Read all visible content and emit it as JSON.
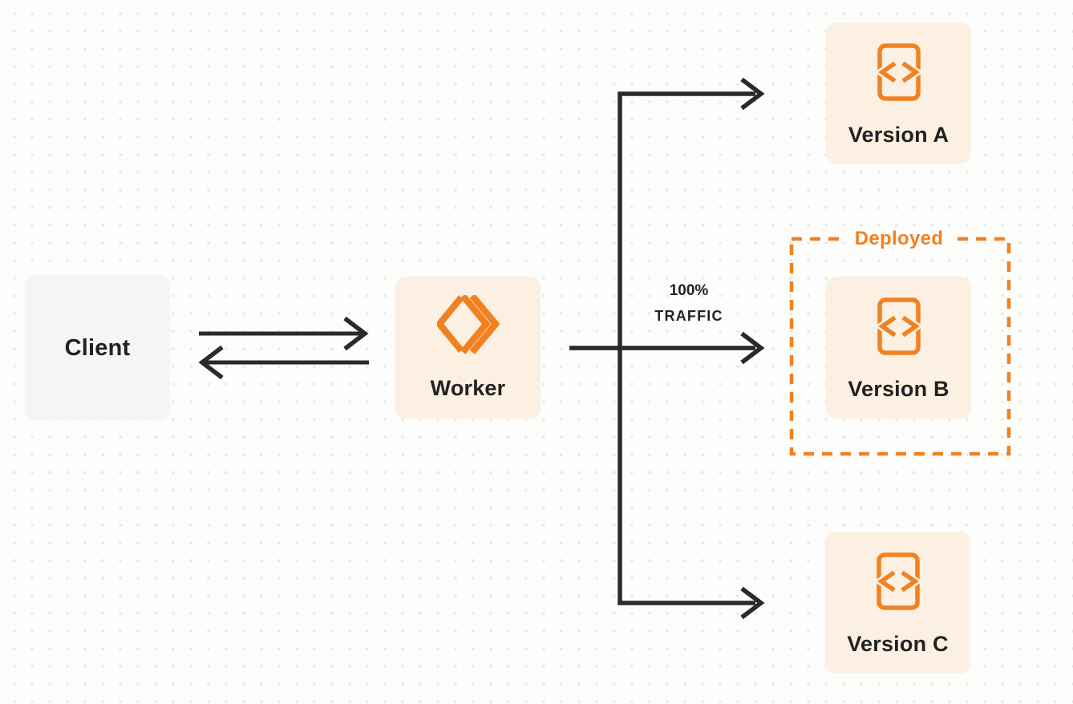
{
  "colors": {
    "bg": "#FDFDFB",
    "dot": "#E7E7E5",
    "ink": "#2A2A2A",
    "accent": "#F18121",
    "cream": "#FBF0E1",
    "gray": "#F5F5F6",
    "text": "#222222"
  },
  "nodes": {
    "client": {
      "label": "Client"
    },
    "worker": {
      "label": "Worker",
      "icon": "workers-logo-icon"
    },
    "version_a": {
      "label": "Version A",
      "icon": "code-file-icon"
    },
    "version_b": {
      "label": "Version B",
      "icon": "code-file-icon"
    },
    "version_c": {
      "label": "Version C",
      "icon": "code-file-icon"
    }
  },
  "groups": {
    "deployed": {
      "label": "Deployed",
      "contains": "version_b"
    }
  },
  "edges": {
    "client_worker": {
      "type": "bidirectional-arrows"
    },
    "worker_version_a": {
      "label": ""
    },
    "worker_version_b": {
      "label_line1": "100%",
      "label_line2": "TRAFFIC"
    },
    "worker_version_c": {
      "label": ""
    }
  }
}
